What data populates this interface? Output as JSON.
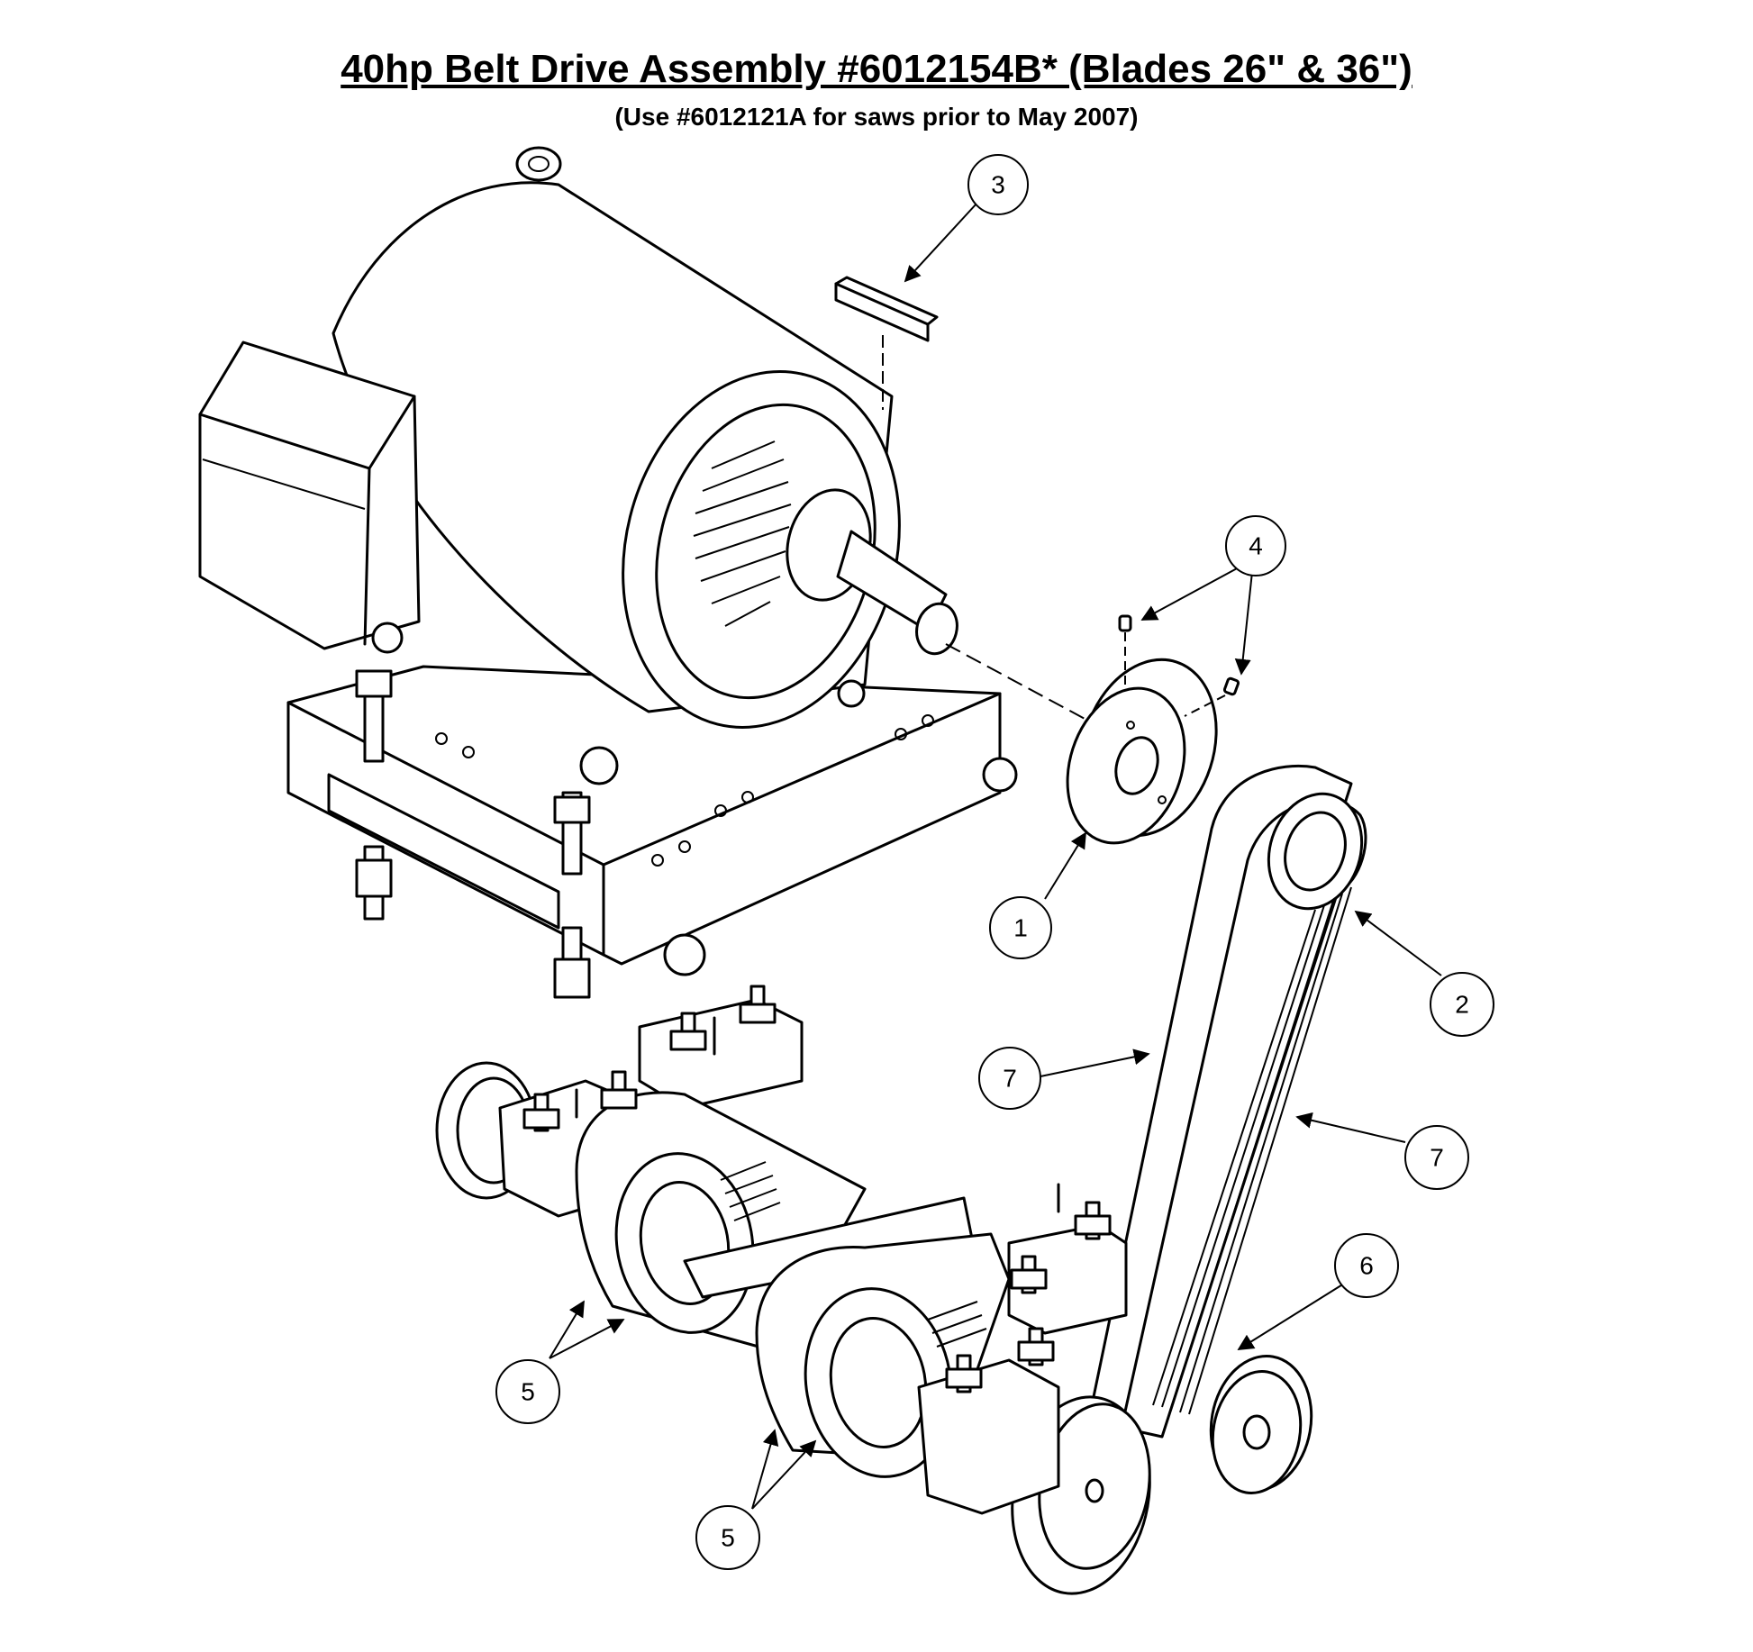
{
  "header": {
    "title": "40hp Belt Drive Assembly #6012154B* (Blades 26\" & 36\")",
    "subtitle": "(Use #6012121A for saws prior to May 2007)"
  },
  "callouts": [
    {
      "label": "3"
    },
    {
      "label": "4"
    },
    {
      "label": "1"
    },
    {
      "label": "2"
    },
    {
      "label": "7"
    },
    {
      "label": "7"
    },
    {
      "label": "6"
    },
    {
      "label": "5"
    },
    {
      "label": "5"
    }
  ]
}
